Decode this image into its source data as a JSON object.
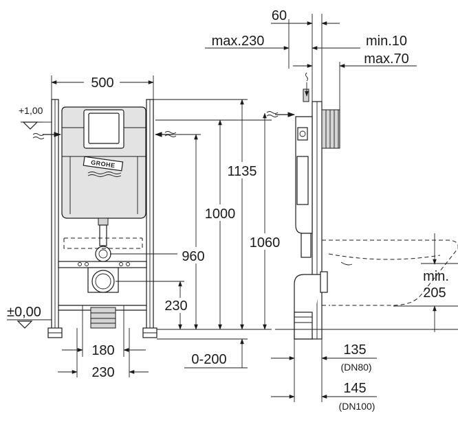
{
  "front_view": {
    "frame_width": "500",
    "height_top": "1135",
    "height_inlet": "1000",
    "height_outlet": "960",
    "height_frame": "1060",
    "height_drain": "230",
    "level_top": "+1,00",
    "level_floor": "±0,00",
    "foot_width_inner": "180",
    "foot_width_outer": "230",
    "floor_adjust": "0-200",
    "brand_logo": "GROHE"
  },
  "side_view": {
    "depth_60": "60",
    "depth_max230": "max.230",
    "depth_min10": "min.10",
    "depth_max70": "max.70",
    "seat_min_label": "min.",
    "seat_min_value": "205",
    "pipe_dn80_value": "135",
    "pipe_dn80_label": "(DN80)",
    "pipe_dn100_value": "145",
    "pipe_dn100_label": "(DN100)"
  }
}
